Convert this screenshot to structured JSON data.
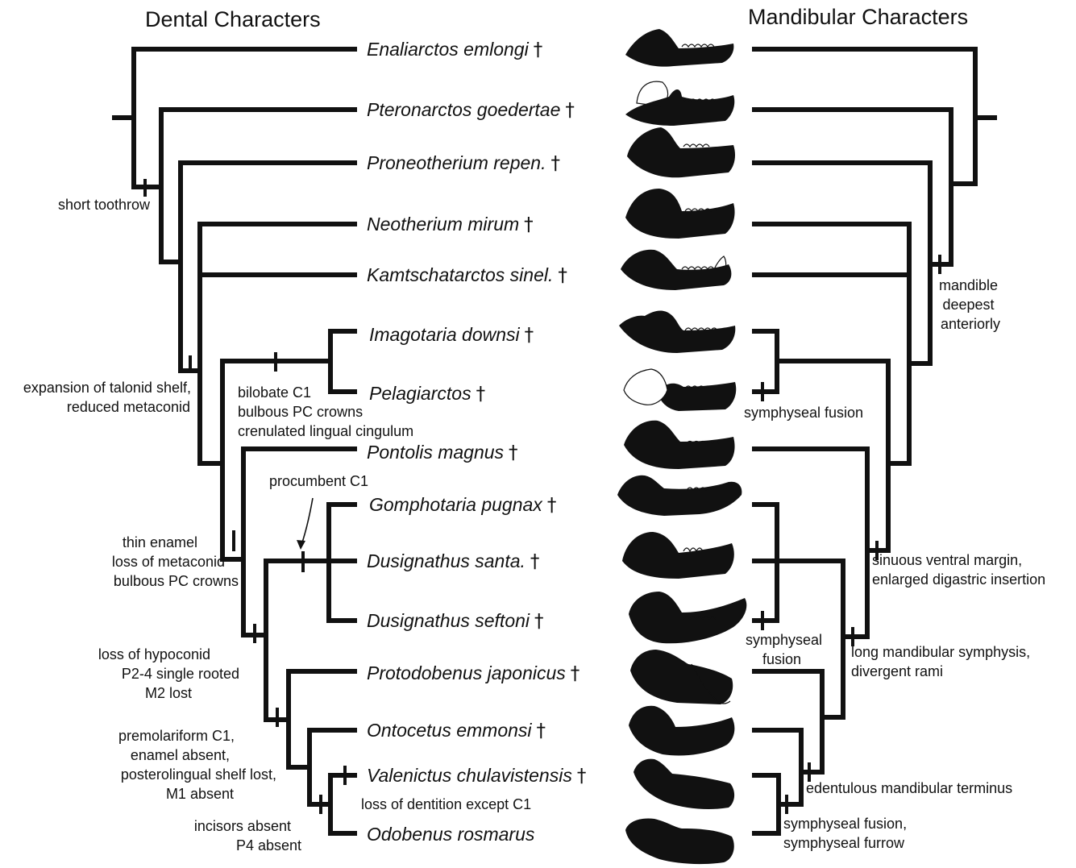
{
  "headers": {
    "dental": "Dental Characters",
    "mandibular": "Mandibular Characters"
  },
  "taxa": [
    {
      "name": "Enaliarctos emlongi",
      "dagger": "†"
    },
    {
      "name": "Pteronarctos goedertae",
      "dagger": "†"
    },
    {
      "name": "Proneotherium repen.",
      "dagger": "†"
    },
    {
      "name": "Neotherium mirum",
      "dagger": "†"
    },
    {
      "name": "Kamtschatarctos sinel.",
      "dagger": "†"
    },
    {
      "name": "Imagotaria downsi",
      "dagger": "†"
    },
    {
      "name": "Pelagiarctos",
      "dagger": "†"
    },
    {
      "name": "Pontolis magnus",
      "dagger": "†"
    },
    {
      "name": "Gomphotaria pugnax",
      "dagger": "†"
    },
    {
      "name": "Dusignathus santa.",
      "dagger": "†"
    },
    {
      "name": "Dusignathus seftoni",
      "dagger": "†"
    },
    {
      "name": "Protodobenus japonicus",
      "dagger": "†"
    },
    {
      "name": "Ontocetus emmonsi",
      "dagger": "†"
    },
    {
      "name": "Valenictus chulavistensis",
      "dagger": "†"
    },
    {
      "name": "Odobenus rosmarus",
      "dagger": ""
    }
  ],
  "dental_annotations": {
    "short_toothrow": [
      "short toothrow"
    ],
    "talonid": [
      "expansion of talonid shelf,",
      "reduced metaconid"
    ],
    "bilobate": [
      "bilobate C1",
      "bulbous PC crowns",
      "crenulated lingual cingulum"
    ],
    "procumbent": [
      "procumbent C1"
    ],
    "thin_enamel": [
      "thin enamel",
      "loss of metaconid",
      "bulbous PC crowns"
    ],
    "hypoconid": [
      "loss of hypoconid",
      "P2-4 single rooted",
      "M2 lost"
    ],
    "premolariform": [
      "premolariform C1,",
      "enamel absent,",
      "posterolingual shelf lost,",
      "M1 absent"
    ],
    "dentition_loss": [
      "loss of dentition except C1"
    ],
    "incisors": [
      "incisors absent",
      "P4 absent"
    ]
  },
  "mandibular_annotations": {
    "deepest": [
      "mandible",
      "deepest",
      "anteriorly"
    ],
    "fusion1": [
      "symphyseal fusion"
    ],
    "sinuous": [
      "sinuous ventral margin,",
      "enlarged digastric insertion"
    ],
    "fusion2": [
      "symphyseal",
      "fusion"
    ],
    "long_symphysis": [
      "long mandibular symphysis,",
      "divergent rami"
    ],
    "edentulous": [
      "edentulous mandibular terminus"
    ],
    "furrow": [
      "symphyseal fusion,",
      "symphyseal furrow"
    ]
  }
}
